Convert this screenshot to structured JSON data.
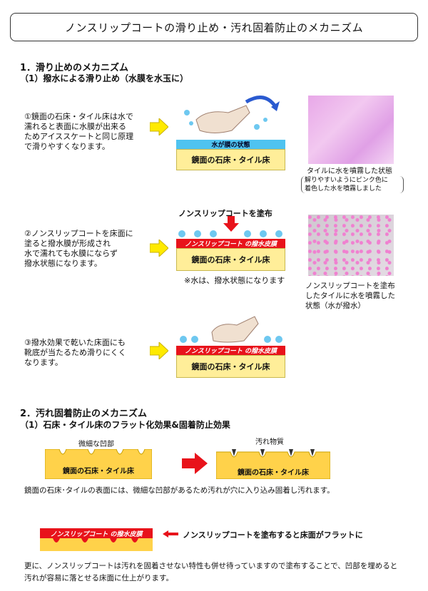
{
  "title": "ノンスリップコートの滑り止め・汚れ固着防止のメカニズム",
  "section1": {
    "heading": "1．滑り止めのメカニズム",
    "sub": "（1）撥水による滑り止め（水膜を水玉に）",
    "step1": {
      "text_lines": [
        "①鏡面の石床・タイル床は水で",
        "濡れると表面に水膜が出来る",
        "ためアイススケートと同じ原理",
        "で滑りやすくなります。"
      ],
      "film_label": "水が膜の状態",
      "floor_label": "鏡面の石床・タイル床",
      "photo_caption": "タイルに水を噴霧した状態",
      "photo_note_lines": [
        "解りやすいようにピンク色に",
        "着色した水を噴霧しました"
      ]
    },
    "step2": {
      "text_lines": [
        "②ノンスリップコートを床面に",
        "塗ると撥水膜が形成され",
        "水で濡れても水膜にならず",
        "撥水状態になります。"
      ],
      "apply_label": "ノンスリップコートを塗布",
      "film_label": "ノンスリップコート の撥水皮膜",
      "floor_label": "鏡面の石床・タイル床",
      "note": "※水は、撥水状態になります",
      "photo_caption_lines": [
        "ノンスリップコートを塗布",
        "したタイルに水を噴霧した",
        "状態（水が撥水）"
      ]
    },
    "step3": {
      "text_lines": [
        "③撥水効果で乾いた床面にも",
        "靴底が当たるため滑りにくく",
        "なります。"
      ],
      "film_label": "ノンスリップコート の撥水皮膜",
      "floor_label": "鏡面の石床・タイル床"
    }
  },
  "section2": {
    "heading": "2．汚れ固着防止のメカニズム",
    "sub": "（1）石床・タイル床のフラット化効果&固着防止効果",
    "left_label": "微細な凹部",
    "right_label": "汚れ物質",
    "floor_label_left": "鏡面の石床・タイル床",
    "floor_label_right": "鏡面の石床・タイル床",
    "explain": "鏡面の石床･タイルの表面には、微細な凹部があるため汚れが穴に入り込み固着し汚れます。",
    "film_label": "ノンスリップコート の撥水皮膜",
    "flat_label": "ノンスリップコートを塗布すると床面がフラットに",
    "closing_lines": [
      "更に、ノンスリップコートは汚れを固着させない特性も併せ待っていますので塗布することで、凹部を埋めると",
      "汚れが容易に落とせる床面に仕上がります。"
    ]
  },
  "colors": {
    "floor": "#ffee99",
    "water": "#4fc3f0",
    "film": "#e8131b",
    "arrow_yellow": "#ffea00",
    "arrow_red": "#e8131b"
  }
}
